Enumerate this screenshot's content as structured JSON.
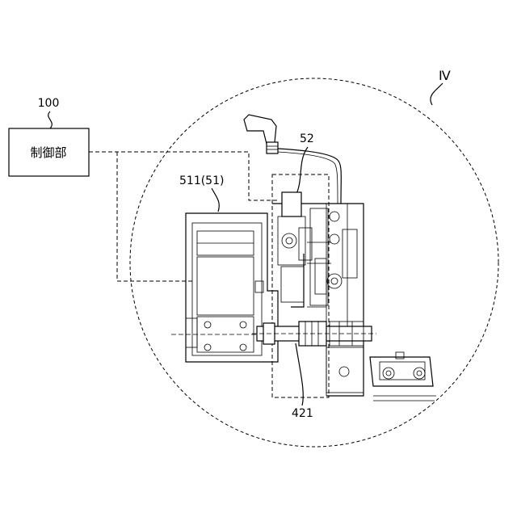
{
  "view_label": "Ⅳ",
  "controller": {
    "ref": "100",
    "label": "制御部"
  },
  "refs": {
    "unit_511": "511(51)",
    "part_52": "52",
    "part_421": "421"
  }
}
